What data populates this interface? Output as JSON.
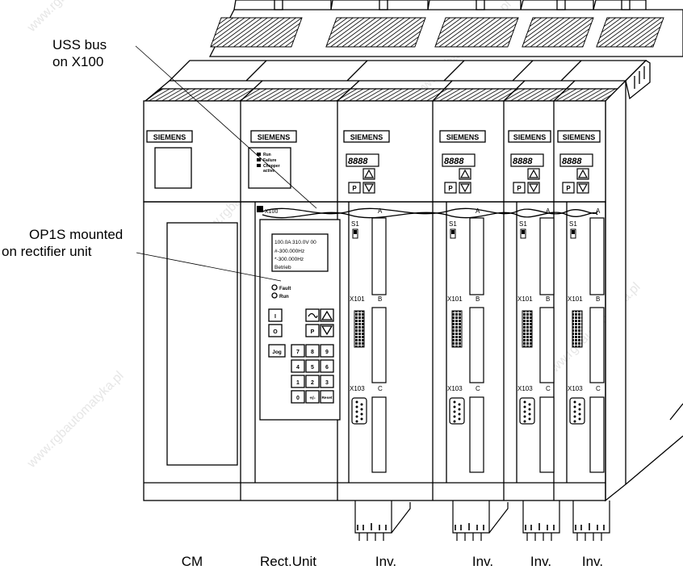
{
  "callouts": {
    "uss_bus_line1": "USS bus",
    "uss_bus_line2": "on X100",
    "op1s_line1": "OP1S mounted",
    "op1s_line2": "on rectifier unit"
  },
  "brand": "SIEMENS",
  "module_labels": [
    "CM",
    "Rect.Unit",
    "Inv.",
    "Inv.",
    "Inv.",
    "Inv."
  ],
  "rectifier": {
    "status_run": "Run",
    "status_failure": "Failure",
    "status_chopper": "Chopper",
    "status_active": "active",
    "x100": "X100",
    "lcd_lines": [
      "100.0A 310.0V 00",
      "#-300.000Hz",
      "*-300.000Hz",
      "Betrieb"
    ],
    "led_fault": "Fault",
    "led_run": "Run",
    "keys": [
      "I",
      "O",
      "Jog",
      "P",
      "7",
      "8",
      "9",
      "4",
      "5",
      "6",
      "1",
      "2",
      "3",
      "0",
      "+/-",
      "Reset"
    ]
  },
  "inverter": {
    "display": "8888",
    "p_key": "P",
    "s1": "S1",
    "terminal_a": "A",
    "terminal_b": "B",
    "terminal_c": "C",
    "x101": "X101",
    "x103": "X103"
  },
  "watermark": "www.rgbautomatyka.pl"
}
